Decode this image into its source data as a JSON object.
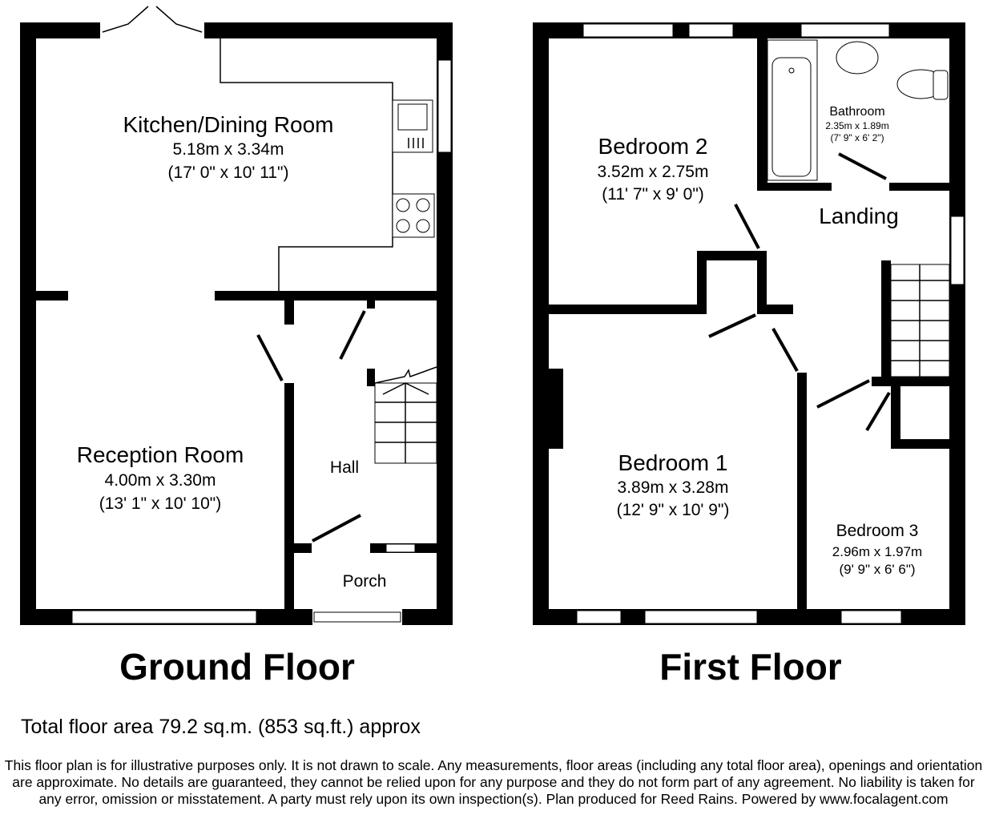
{
  "ground_floor": {
    "title": "Ground Floor",
    "rooms": [
      {
        "name": "Kitchen/Dining Room",
        "metric": "5.18m x 3.34m",
        "imperial": "(17' 0\" x 10' 11\")"
      },
      {
        "name": "Reception Room",
        "metric": "4.00m x 3.30m",
        "imperial": "(13' 1\" x 10' 10\")"
      },
      {
        "name": "Hall"
      },
      {
        "name": "Porch"
      }
    ]
  },
  "first_floor": {
    "title": "First Floor",
    "rooms": [
      {
        "name": "Bedroom 2",
        "metric": "3.52m x 2.75m",
        "imperial": "(11' 7\" x 9' 0\")"
      },
      {
        "name": "Bathroom",
        "metric": "2.35m x 1.89m",
        "imperial": "(7' 9\" x 6' 2\")"
      },
      {
        "name": "Landing"
      },
      {
        "name": "Bedroom 1",
        "metric": "3.89m x 3.28m",
        "imperial": "(12' 9\" x 10' 9\")"
      },
      {
        "name": "Bedroom 3",
        "metric": "2.96m x 1.97m",
        "imperial": "(9' 9\" x 6' 6\")"
      }
    ]
  },
  "total_area": "Total floor area 79.2 sq.m. (853 sq.ft.) approx",
  "disclaimer": "This floor plan is for illustrative purposes only. It is not drawn to scale. Any measurements, floor areas (including any total floor area), openings and orientation are approximate. No details are guaranteed, they cannot be relied upon for any purpose and they do not form part of any agreement. No liability is taken for any error, omission or misstatement. A party must rely upon its own inspection(s). Plan produced for Reed Rains. Powered by www.focalagent.com"
}
